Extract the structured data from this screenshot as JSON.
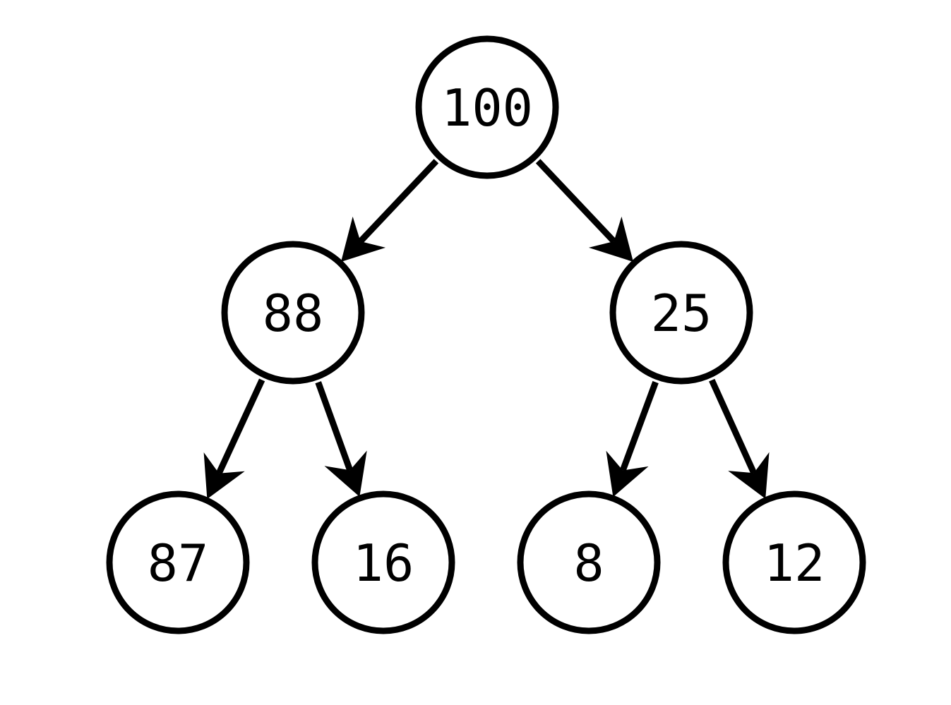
{
  "diagram": {
    "type": "binary-tree",
    "nodes": [
      {
        "id": "n0",
        "label": "100"
      },
      {
        "id": "n1",
        "label": "88"
      },
      {
        "id": "n2",
        "label": "25"
      },
      {
        "id": "n3",
        "label": "87"
      },
      {
        "id": "n4",
        "label": "16"
      },
      {
        "id": "n5",
        "label": "8"
      },
      {
        "id": "n6",
        "label": "12"
      }
    ],
    "edges": [
      {
        "from": "n0",
        "to": "n1"
      },
      {
        "from": "n0",
        "to": "n2"
      },
      {
        "from": "n1",
        "to": "n3"
      },
      {
        "from": "n1",
        "to": "n4"
      },
      {
        "from": "n2",
        "to": "n5"
      },
      {
        "from": "n2",
        "to": "n6"
      }
    ],
    "colors": {
      "stroke": "#000000",
      "fill": "#ffffff",
      "background": "#ffffff"
    }
  }
}
